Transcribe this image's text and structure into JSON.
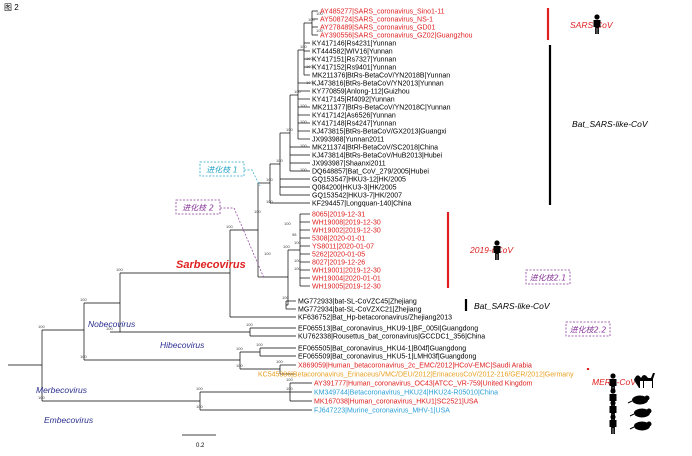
{
  "figure_label": "图 2",
  "scale_bar": "0.2",
  "colors": {
    "red": "#e02020",
    "black": "#000000",
    "blue": "#2a2f8f",
    "orange": "#e8a020",
    "light_blue": "#2a9fd8",
    "cyan_dashed": "#2aa7c8",
    "purple_dashed": "#8a3a9a"
  },
  "leaves": [
    {
      "label": "AY485277|SARS_coronavirus_Sino1-11",
      "color": "red"
    },
    {
      "label": "AY508724|SARS_coronavirus_NS-1",
      "color": "red"
    },
    {
      "label": "AY278489|SARS_coronavirus_GD01",
      "color": "red"
    },
    {
      "label": "AY390556|SARS_coronavirus_GZ02|Guangzhou",
      "color": "red"
    },
    {
      "label": "KY417146|Rs4231|Yunnan",
      "color": "black"
    },
    {
      "label": "KT444582|WIV16|Yunnan",
      "color": "black"
    },
    {
      "label": "KY417151|Rs7327|Yunnan",
      "color": "black"
    },
    {
      "label": "KY417152|Rs9401|Yunnan",
      "color": "black"
    },
    {
      "label": "MK211376|BtRs-BetaCoV/YN2018B|Yunnan",
      "color": "black"
    },
    {
      "label": "KJ473816|BtRs-BetaCoV/YN2013|Yunnan",
      "color": "black"
    },
    {
      "label": "KY770859|Anlong-112|Guizhou",
      "color": "black"
    },
    {
      "label": "KY417145|Rf4092|Yunnan",
      "color": "black"
    },
    {
      "label": "MK211377|BtRs-BetaCoV/YN2018C|Yunnan",
      "color": "black"
    },
    {
      "label": "KY417142|As6526|Yunnan",
      "color": "black"
    },
    {
      "label": "KY417148|Rs4247|Yunnan",
      "color": "black"
    },
    {
      "label": "KJ473815|BtRs-BetaCoV/GX2013|Guangxi",
      "color": "black"
    },
    {
      "label": "JX993988|Yunnan2011",
      "color": "black"
    },
    {
      "label": "MK211374|BtRl-BetaCoV/SC2018|China",
      "color": "black"
    },
    {
      "label": "KJ473814|BtRs-BetaCoV/HuB2013|Hubei",
      "color": "black"
    },
    {
      "label": "JX993987|Shaanxi2011",
      "color": "black"
    },
    {
      "label": "DQ648857|Bat_CoV_279/2005|Hubei",
      "color": "black"
    },
    {
      "label": "GQ153547|HKU3-12|HK/2005",
      "color": "black"
    },
    {
      "label": "Q084200|HKU3-3|HK/2005",
      "color": "black"
    },
    {
      "label": "GQ153542|HKU3-7|HK/2007",
      "color": "black"
    },
    {
      "label": "KF294457|Longquan-140|China",
      "color": "black"
    },
    {
      "label": "8065|2019-12-31",
      "color": "red"
    },
    {
      "label": "WH19008|2019-12-30",
      "color": "red"
    },
    {
      "label": "WH19002|2019-12-30",
      "color": "red"
    },
    {
      "label": "5308|2020-01-01",
      "color": "red"
    },
    {
      "label": "YS8011|2020-01-07",
      "color": "red"
    },
    {
      "label": "5262|2020-01-05",
      "color": "red"
    },
    {
      "label": "8027|2019-12-26",
      "color": "red"
    },
    {
      "label": "WH19001|2019-12-30",
      "color": "red"
    },
    {
      "label": "WH19004|2020-01-01",
      "color": "red"
    },
    {
      "label": "WH19005|2019-12-30",
      "color": "red"
    },
    {
      "label": "MG772933|bat-SL-CoVZC45|Zhejiang",
      "color": "black"
    },
    {
      "label": "MG772934|bat-SL-CoVZXC21|Zhejiang",
      "color": "black"
    },
    {
      "label": "KF636752|Bat_Hp-betacoronavirus/Zhejiang2013",
      "color": "black"
    },
    {
      "label": "EF065513|Bat_coronavirus_HKU9-1|BF_005I|Guangdong",
      "color": "black"
    },
    {
      "label": "KU762338|Rousettus_bat_coronavirus|GCCDC1_356|China",
      "color": "black"
    },
    {
      "label": "EF065505|Bat_coronavirus_HKU4-1|B04f|Guangdong",
      "color": "black"
    },
    {
      "label": "EF065509|Bat_coronavirus_HKU5-1|LMH03f|Guangdong",
      "color": "black"
    },
    {
      "label": "X869059|Human_betacoronavirus_2c_EMC/2012|HCoV-EMC|Saudi Arabia",
      "color": "red"
    },
    {
      "label": "KC545386|Betacoronavirus_Erinaceus/VMC/DEU/2012|ErinaceusCoV/2012-216/GER/2012|Germany",
      "color": "orange"
    },
    {
      "label": "AY391777|Human_coronavirus_OC43|ATCC_VR-759|United Kingdom",
      "color": "red"
    },
    {
      "label": "KM349744|Betacoronavirus_HKU24|HKU24-R05010|China",
      "color": "light_blue"
    },
    {
      "label": "MK167038|Human_coronavirus_HKU1|SC2521|USA",
      "color": "red"
    },
    {
      "label": "FJ647223|Murine_coronavirus_MHV-1|USA",
      "color": "light_blue"
    }
  ],
  "bootstrap_values": [
    "100",
    "100",
    "100",
    "100",
    "100",
    "100",
    "100",
    "100",
    "100",
    "100",
    "100",
    "100",
    "100",
    "100",
    "100",
    "100",
    "100",
    "100",
    "100",
    "100",
    "100",
    "100",
    "100",
    "100",
    "100",
    "100",
    "98",
    "100",
    "100",
    "100",
    "100",
    "100",
    "100",
    "100",
    "100",
    "100",
    "100",
    "100",
    "100",
    "100",
    "100"
  ],
  "genus_labels": {
    "sarbecovirus": "Sarbecovirus",
    "nobecovirus": "Nobecovirus",
    "hibecovirus": "Hibecovirus",
    "merbecovirus": "Merbecovirus",
    "embecovirus": "Embecovirus"
  },
  "group_labels": {
    "sars_cov": "SARS-CoV",
    "bat_sars_like_1": "Bat_SARS-like-CoV",
    "ncov_2019": "2019-nCoV",
    "bat_sars_like_2": "Bat_SARS-like-CoV",
    "mers_cov": "MERS-CoV"
  },
  "clade_boxes": {
    "clade1": "进化枝 1",
    "clade2": "进化枝 2",
    "clade21": "进化枝2.1",
    "clade22": "进化枝2.2"
  },
  "host_icons": [
    "human-icon",
    "human-icon",
    "human-icon",
    "camel-icon",
    "human-icon",
    "hedgehog-icon",
    "human-icon",
    "rat-icon",
    "human-icon",
    "mouse-icon"
  ]
}
